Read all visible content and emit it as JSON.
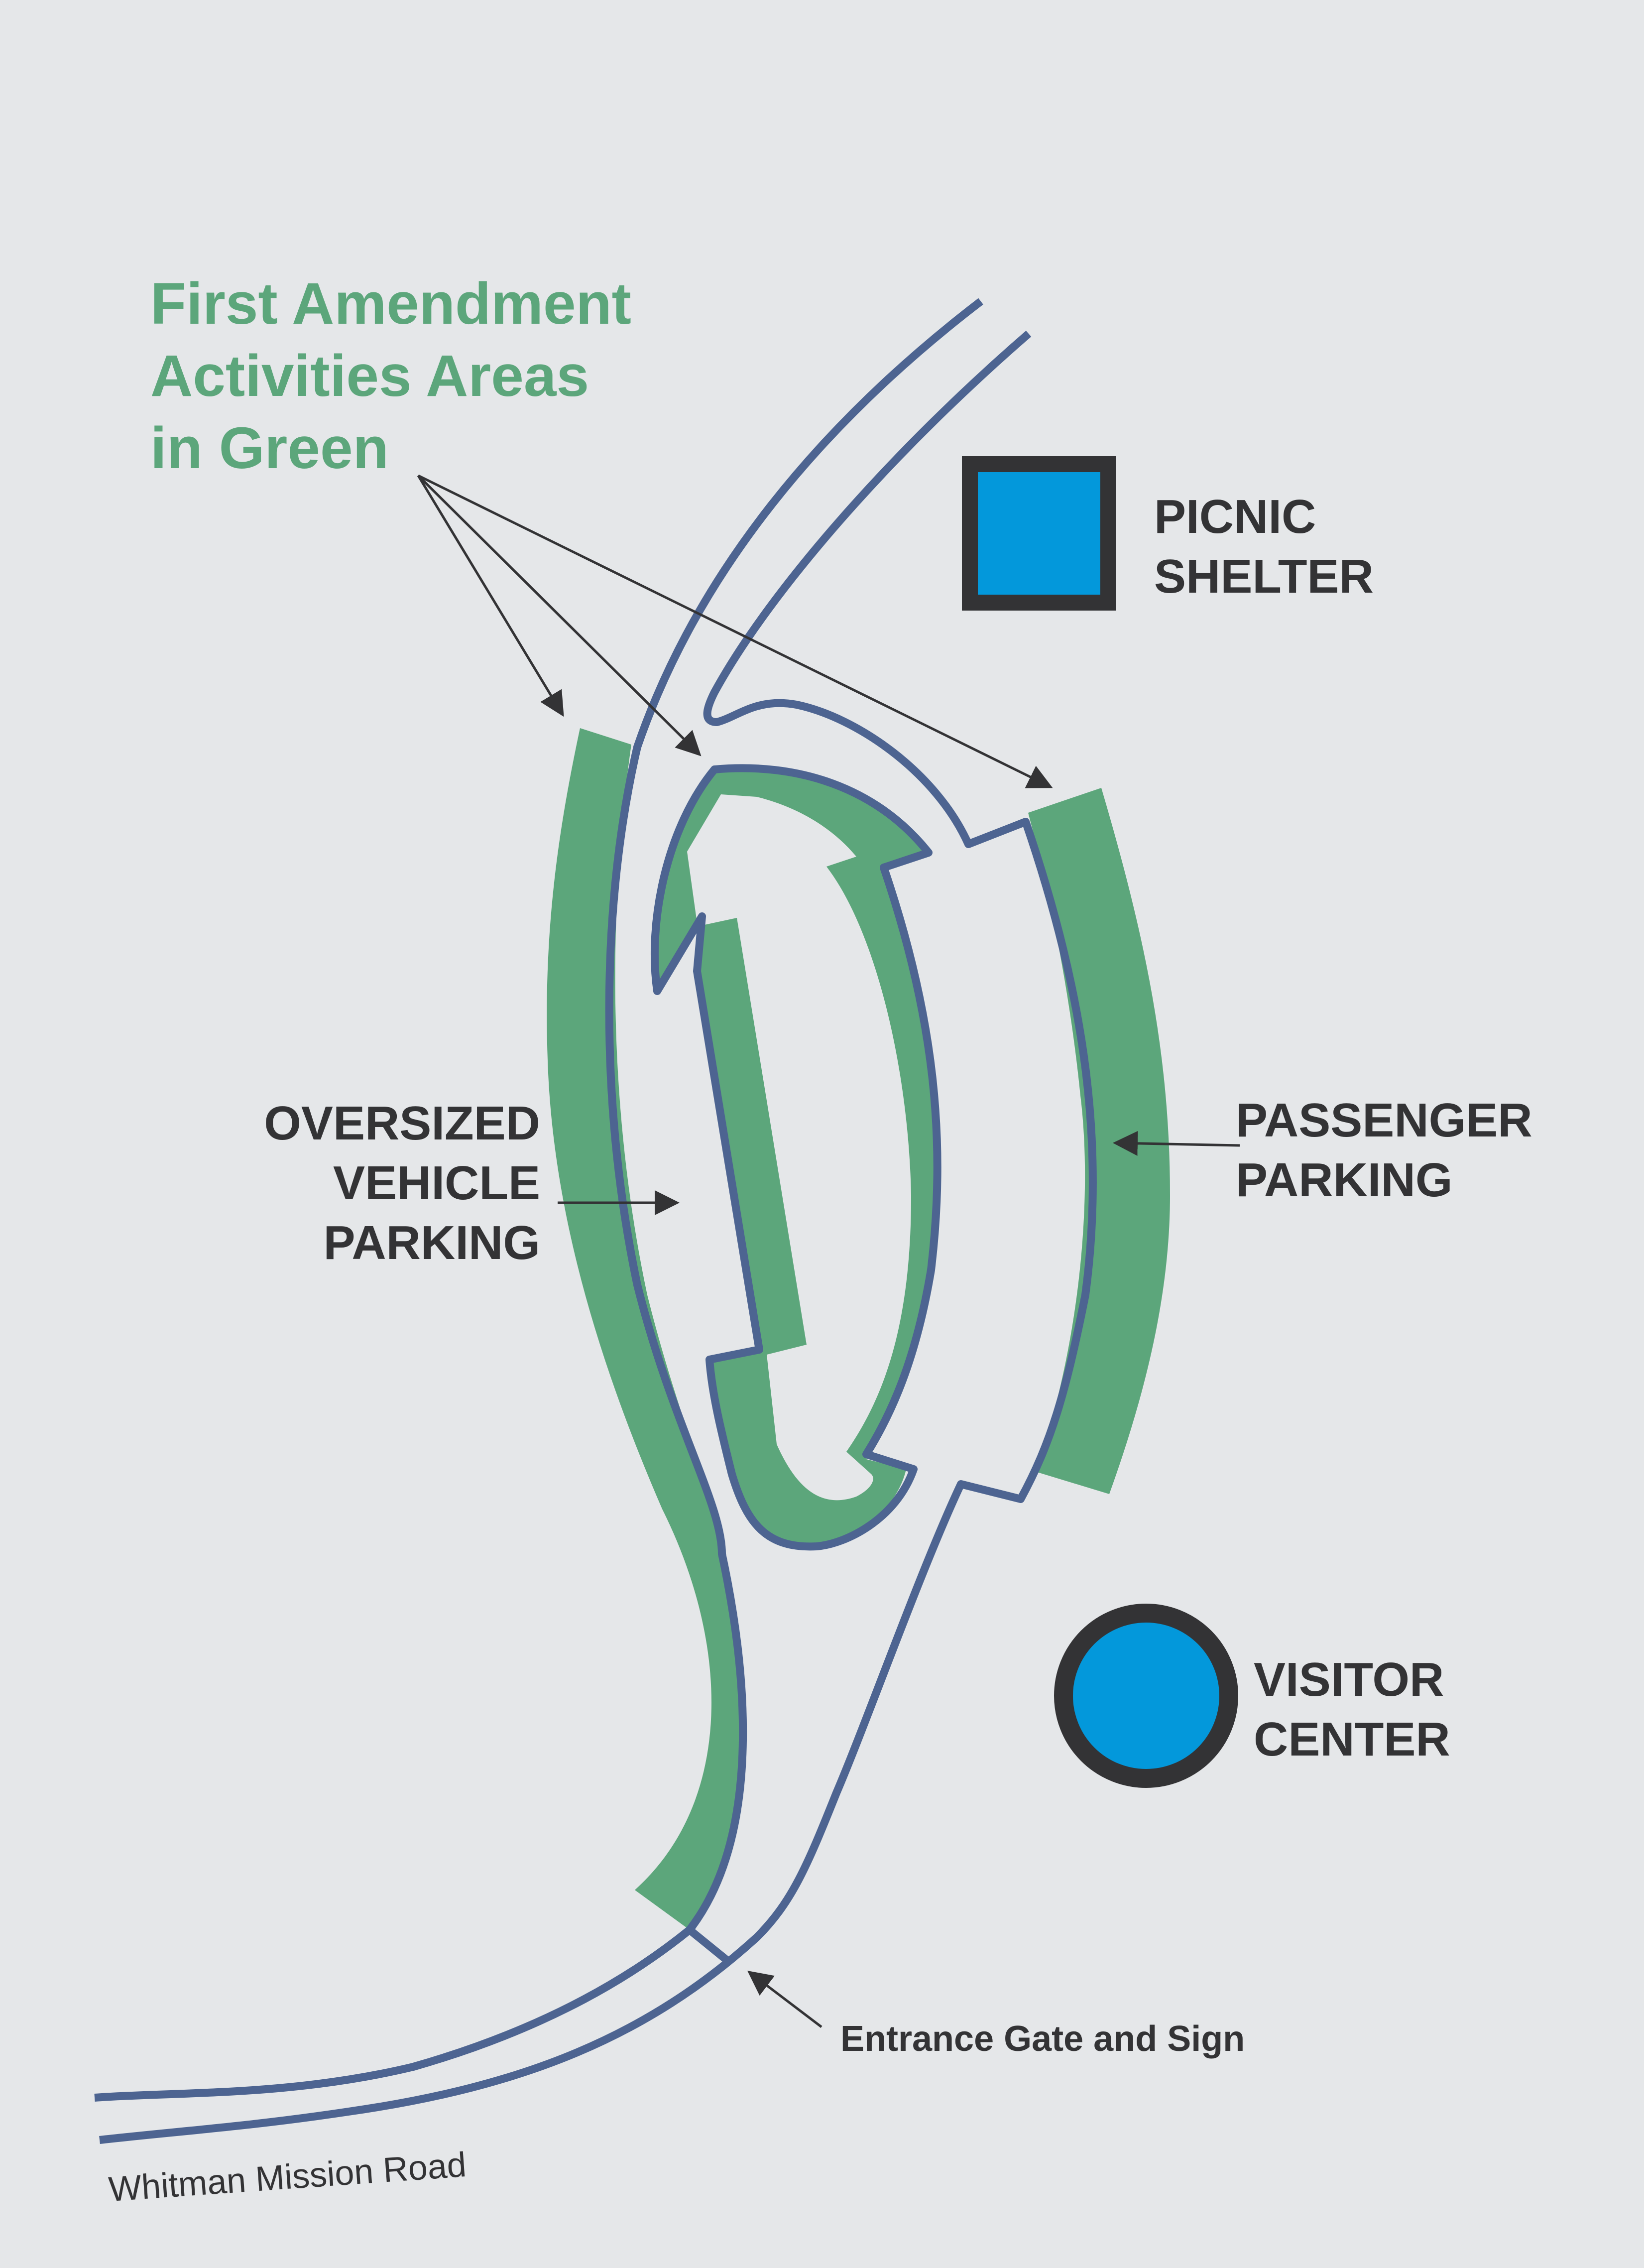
{
  "title": {
    "lines": [
      "First Amendment",
      "Activities Areas",
      "in Green"
    ]
  },
  "labels": {
    "picnic_shelter": [
      "PICNIC",
      "SHELTER"
    ],
    "oversized_vehicle_parking": [
      "OVERSIZED",
      "VEHICLE",
      "PARKING"
    ],
    "passenger_parking": [
      "PASSENGER",
      "PARKING"
    ],
    "visitor_center": [
      "VISITOR",
      "CENTER"
    ],
    "entrance_gate": "Entrance Gate and Sign",
    "road": "Whitman Mission Road"
  },
  "colors": {
    "background": "#e5e7e9",
    "road_outline": "#4d6491",
    "first_amendment_area": "#5ca67b",
    "facility_fill": "#0398db",
    "facility_border": "#333335",
    "label_text": "#333335",
    "title_text": "#5ca67b"
  },
  "icons": {
    "picnic_shelter": "square-building-icon",
    "visitor_center": "circle-building-icon"
  }
}
